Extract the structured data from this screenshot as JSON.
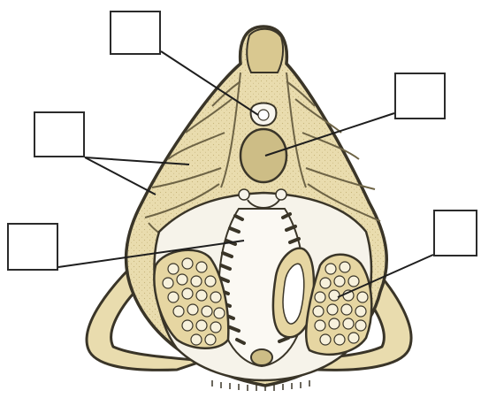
{
  "diagram": {
    "colors": {
      "tissue": "#e9dcae",
      "tissue_dark": "#cdbd86",
      "outline": "#3a3528",
      "cavity": "#f6f3ea",
      "leader": "#1e1e1e",
      "box_border": "#2b2b2b"
    },
    "label_boxes": [
      {
        "id": "box-1",
        "text": ""
      },
      {
        "id": "box-2",
        "text": ""
      },
      {
        "id": "box-3",
        "text": ""
      },
      {
        "id": "box-4",
        "text": ""
      },
      {
        "id": "box-5",
        "text": ""
      }
    ]
  }
}
